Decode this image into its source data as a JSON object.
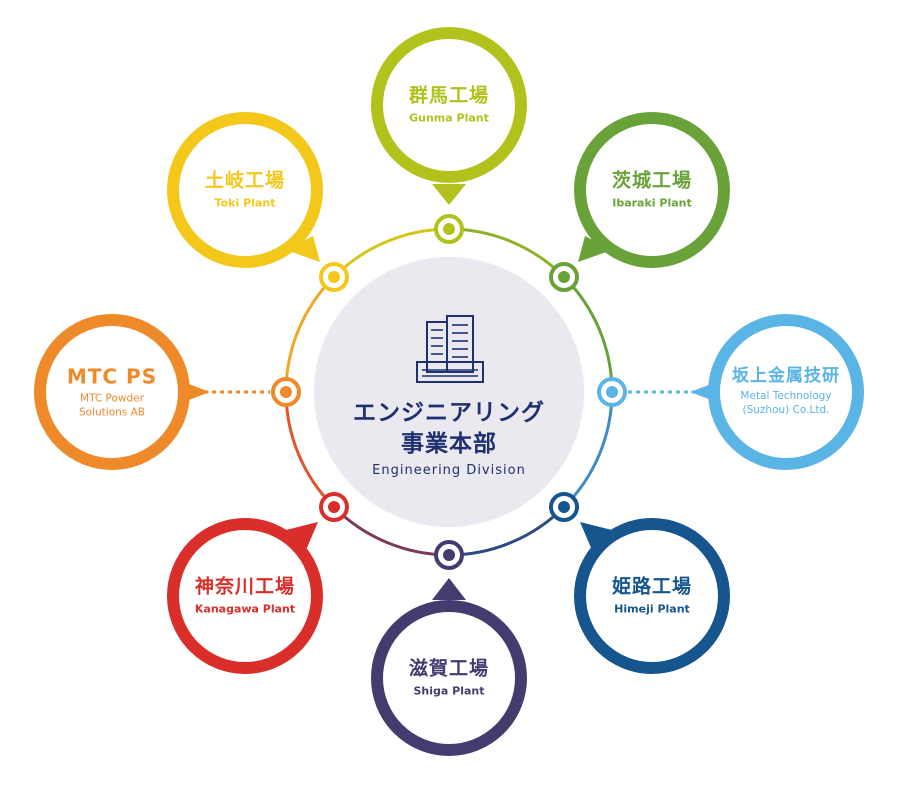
{
  "center": {
    "name_jp_line1": "エンジニアリング",
    "name_jp_line2": "事業本部",
    "name_en": "Engineering Division",
    "icon": "office-building-icon",
    "color": "#1f3070"
  },
  "nodes": [
    {
      "id": "gunma",
      "jp": "群馬工場",
      "en": "Gunma Plant",
      "color": "#b2c21c"
    },
    {
      "id": "ibaraki",
      "jp": "茨城工場",
      "en": "Ibaraki Plant",
      "color": "#6aa23a"
    },
    {
      "id": "sakagami",
      "jp": "坂上金属技研",
      "en_line1": "Metal Technology",
      "en_line2": "(Suzhou) Co.Ltd.",
      "color": "#5ab4e5"
    },
    {
      "id": "himeji",
      "jp": "姫路工場",
      "en": "Himeji Plant",
      "color": "#16558e"
    },
    {
      "id": "shiga",
      "jp": "滋賀工場",
      "en": "Shiga Plant",
      "color": "#433c6e"
    },
    {
      "id": "kanagawa",
      "jp": "神奈川工場",
      "en": "Kanagawa Plant",
      "color": "#d92e2a"
    },
    {
      "id": "mtcps",
      "jp": "MTC PS",
      "en_line1": "MTC Powder",
      "en_line2": "Solutions AB",
      "color": "#ee8a2a"
    },
    {
      "id": "toki",
      "jp": "土岐工場",
      "en": "Toki Plant",
      "color": "#f3c81a"
    }
  ]
}
